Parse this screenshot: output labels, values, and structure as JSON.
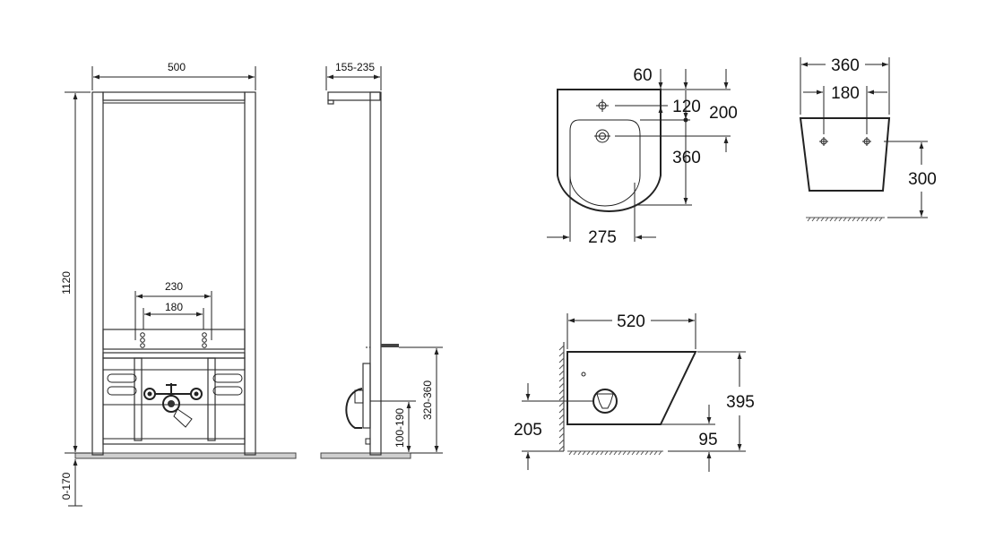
{
  "frame_front": {
    "width": "500",
    "height": "1120",
    "floor_adjust": "0-170",
    "outer_spacing": "230",
    "inner_spacing": "180"
  },
  "frame_side": {
    "depth": "155-235",
    "height_upper": "320-360",
    "height_lower": "100-190"
  },
  "bidet_top": {
    "dim_60": "60",
    "dim_120": "120",
    "dim_200": "200",
    "dim_360": "360",
    "dim_275": "275"
  },
  "bidet_rear": {
    "width": "360",
    "bolt_spacing": "180",
    "height": "300"
  },
  "bidet_side": {
    "length": "520",
    "height": "395",
    "inlet_height": "205",
    "outlet_height": "95"
  },
  "colors": {
    "line": "#222222",
    "background": "#ffffff"
  }
}
